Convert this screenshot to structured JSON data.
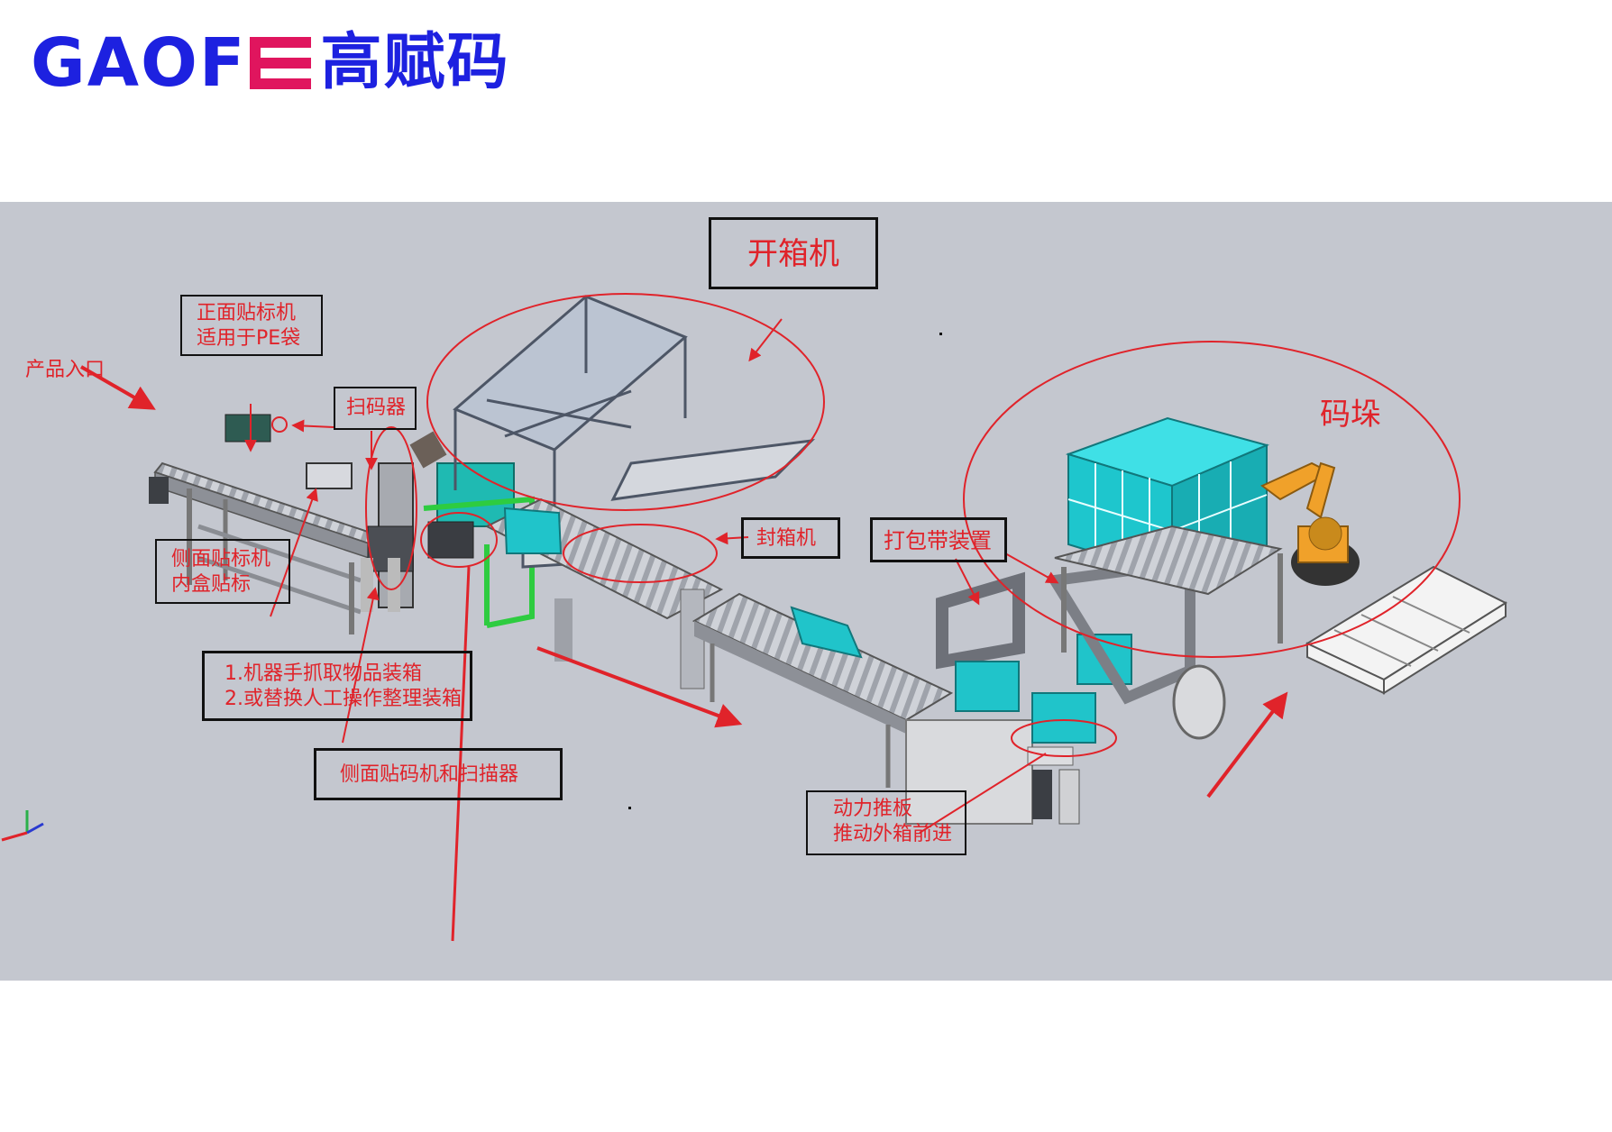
{
  "logo": {
    "latin": "GAOF",
    "cn": "高赋码"
  },
  "labels": {
    "product_entry": "产品入口",
    "front_labeler_line1": "正面贴标机",
    "front_labeler_line2": "适用于PE袋",
    "scanner": "扫码器",
    "side_labeler_line1": "侧面贴标机",
    "side_labeler_line2": "内盒贴标",
    "robot_line1": "1.机器手抓取物品装箱",
    "robot_line2": "2.或替换人工操作整理装箱",
    "side_coder": "侧面贴码机和扫描器",
    "case_erector": "开箱机",
    "sealer": "封箱机",
    "strapping": "打包带装置",
    "palletizing": "码垛",
    "pusher_line1": "动力推板",
    "pusher_line2": "推动外箱前进"
  },
  "colors": {
    "brand_blue": "#1d21e0",
    "brand_pink": "#e0155e",
    "annotation_red": "#e0232a",
    "stage_bg": "#c4c7cf",
    "box_cyan": "#24c6cf",
    "robot_orange": "#f0a12a"
  },
  "icons": [
    "axis-triad-icon"
  ]
}
